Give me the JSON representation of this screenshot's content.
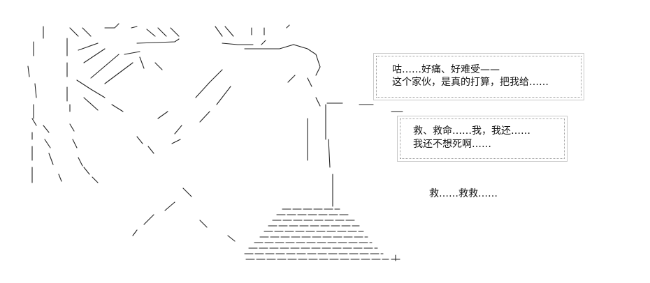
{
  "speech": {
    "bubble1": [
      "咕……好痛、好难受——",
      "这个家伙，是真的打算，把我给……"
    ],
    "bubble2": [
      "救、救命……我，我还……",
      "我还不想死啊……"
    ],
    "free_text": "救……救救……"
  }
}
